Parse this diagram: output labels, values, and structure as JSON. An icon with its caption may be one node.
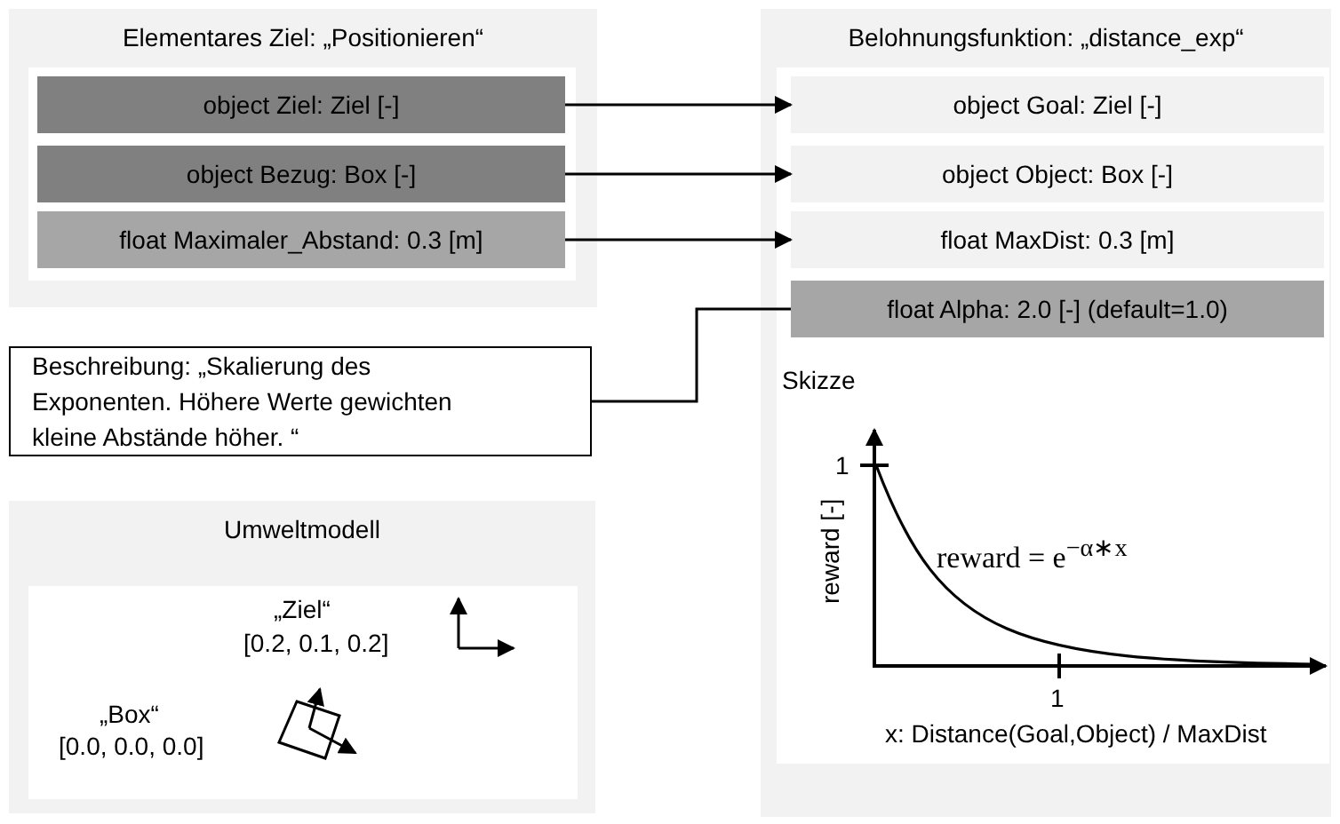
{
  "diagram": {
    "nodes": [
      {
        "text": [
          "Elementares Ziel: „Positionieren“"
        ]
      },
      {
        "text": [
          "object Ziel: Ziel [-]"
        ],
        "in": 0
      },
      {
        "text": [
          "object Bezug: Box [-]"
        ],
        "in": 0
      },
      {
        "text": [
          "float Maximaler_Abstand: 0.3 [m]"
        ],
        "in": 0
      },
      {
        "text": [
          "Belohnungsfunktion: „distance_exp“"
        ]
      },
      {
        "text": [
          "object Goal: Ziel [-]"
        ],
        "in": 4
      },
      {
        "text": [
          "object Object: Box [-]"
        ],
        "in": 4
      },
      {
        "text": [
          "float MaxDist: 0.3 [m]"
        ],
        "in": 4
      },
      {
        "text": [
          "float Alpha: 2.0 [-] (default=1.0)"
        ],
        "in": 4
      },
      {
        "text": [
          "Skizze"
        ],
        "in": 4
      },
      {
        "text": [
          "Beschreibung: „Skalierung des Exponenten. Höhere Werte gewichten kleine Abstände höher. “"
        ]
      },
      {
        "text": [
          "Umweltmodell"
        ]
      }
    ],
    "edges": [
      {
        "from": 1,
        "to": 5,
        "arrow": "to"
      },
      {
        "from": 2,
        "to": 6,
        "arrow": "to"
      },
      {
        "from": 3,
        "to": 7,
        "arrow": "to"
      },
      {
        "from": 10,
        "to": 8,
        "arrow": "none"
      }
    ],
    "labels": [
      "1",
      "reward [-]",
      "reward = e$^{−α∗x}$",
      "1",
      "x: Distance(Goal,Object) / MaxDist",
      "„Ziel“",
      "[0.2, 0.1, 0.2]",
      "„Box“",
      "[0.0, 0.0, 0.0]"
    ]
  }
}
